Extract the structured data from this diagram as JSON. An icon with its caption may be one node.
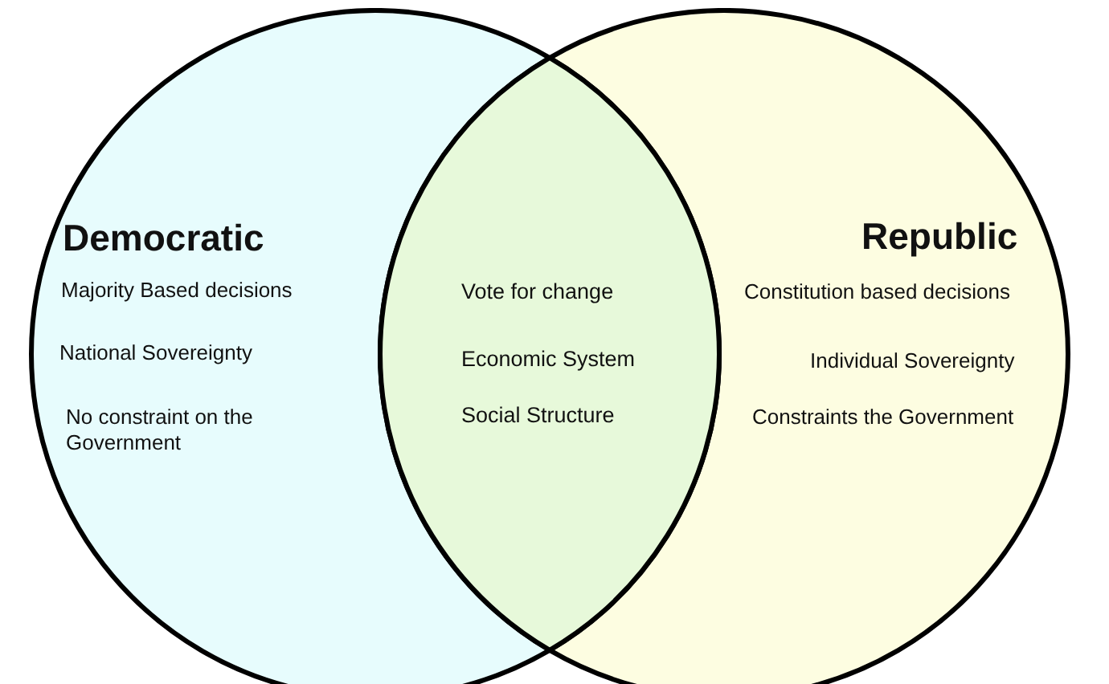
{
  "diagram": {
    "nodes": [
      {
        "text": [
          "Democratic",
          "Majority Based decisions",
          "National Sovereignty",
          "No constraint on the Government"
        ]
      },
      {
        "text": [
          "Republic",
          "Constitution based decisions",
          "Individual Sovereignty",
          "Constraints the Government"
        ]
      },
      {
        "text": [
          "Vote for change",
          "Economic System",
          "Social Structure"
        ]
      }
    ]
  }
}
